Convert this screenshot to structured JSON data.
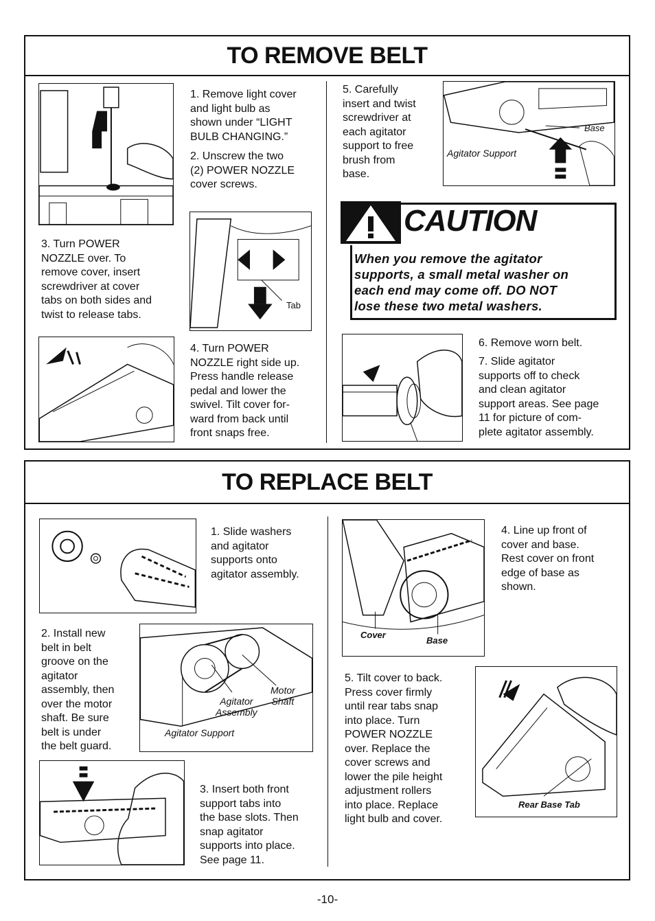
{
  "remove": {
    "title": "TO REMOVE BELT",
    "step1": "1. Remove light cover\nand light bulb as\nshown under “LIGHT\nBULB CHANGING.”",
    "step2": "2. Unscrew the two\n(2) POWER NOZZLE\ncover screws.",
    "step3": "3. Turn POWER\nNOZZLE over. To\nremove cover, insert\nscrewdriver at cover\ntabs on both sides and\ntwist to release tabs.",
    "step4": "4. Turn POWER\nNOZZLE right side up.\nPress handle release\npedal and lower the\nswivel. Tilt cover for-\nward from back until\nfront snaps free.",
    "step5": "5. Carefully\ninsert and twist\nscrewdriver at\neach agitator\nsupport to free\nbrush from\nbase.",
    "step6": "6. Remove worn belt.",
    "step7": "7. Slide agitator\nsupports off to check\nand clean agitator\nsupport areas. See page\n11 for picture of com-\nplete agitator assembly.",
    "label_tab": "Tab",
    "label_base": "Base",
    "label_agitator_support": "Agitator Support"
  },
  "caution": {
    "title": "CAUTION",
    "message": "When you remove the agitator\nsupports, a small metal washer on\neach end may come off. DO NOT\nlose these two metal washers."
  },
  "replace": {
    "title": "TO REPLACE BELT",
    "step1": "1. Slide washers\nand agitator\nsupports onto\nagitator assembly.",
    "step2": "2. Install new\nbelt in belt\ngroove on the\nagitator\nassembly, then\nover the motor\nshaft. Be sure\nbelt is under\nthe belt guard.",
    "step3": "3. Insert both front\nsupport tabs into\nthe base slots. Then\nsnap agitator\nsupports into place.\nSee page 11.",
    "step4": "4. Line up front of\ncover and base.\nRest cover on front\nedge of base as\nshown.",
    "step5": "5. Tilt cover to back.\nPress cover firmly\nuntil rear tabs snap\ninto place. Turn\nPOWER NOZZLE\nover. Replace the\ncover screws and\nlower the pile height\nadjustment rollers\ninto place. Replace\nlight bulb and cover.",
    "label_motor_shaft": "Motor\nShaft",
    "label_agitator_assembly": "Agitator\nAssembly",
    "label_agitator_support": "Agitator Support",
    "label_cover": "Cover",
    "label_base": "Base",
    "label_rear_base_tab": "Rear Base Tab"
  },
  "page_number": "-10-"
}
